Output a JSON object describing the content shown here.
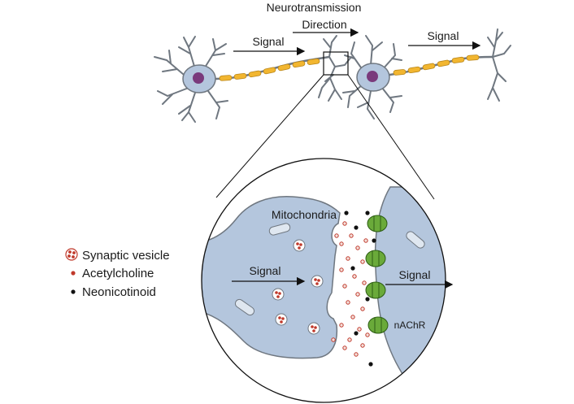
{
  "labels": {
    "neurotransmission_line1": "Neurotransmission",
    "neurotransmission_line2": "Direction",
    "signal_top_left": "Signal",
    "signal_top_right": "Signal",
    "mitochondria": "Mitochondria",
    "signal_presynaptic": "Signal",
    "signal_postsynaptic": "Signal",
    "receptor": "nAChR"
  },
  "legend": {
    "items": [
      {
        "label": "Synaptic vesicle",
        "icon": "synaptic-vesicle-icon"
      },
      {
        "label": "Acetylcholine",
        "icon": "acetylcholine-dot-icon",
        "color": "#c0392b"
      },
      {
        "label": "Neonicotinoid",
        "icon": "neonicotinoid-dot-icon",
        "color": "#111111"
      }
    ]
  },
  "colors": {
    "cell_fill": "#b4c6dd",
    "nucleus": "#7a3a7c",
    "myelin": "#f2b630",
    "receptor": "#6aaa3a",
    "acetylcholine": "#c0392b",
    "neonicotinoid": "#111111"
  }
}
